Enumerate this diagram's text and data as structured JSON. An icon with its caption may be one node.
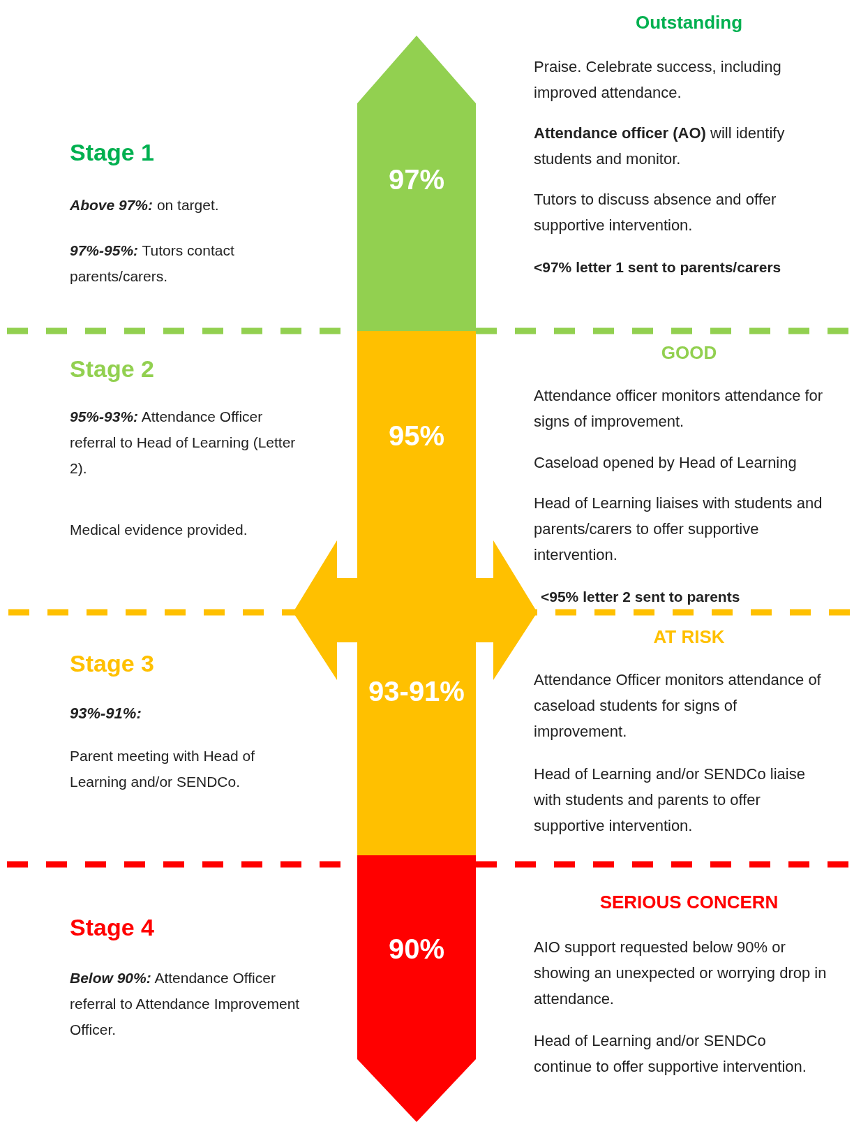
{
  "diagram": {
    "nodes": [
      {
        "text": [
          "97%"
        ]
      },
      {
        "text": [
          "95%",
          "93-91%"
        ]
      },
      {
        "text": [
          "90%"
        ]
      }
    ],
    "labels": [
      "Outstanding",
      "Stage 1",
      "**Above 97%:** on target.",
      "**97%-95%:** Tutors contact parents/carers.",
      "Praise. Celebrate success, including improved attendance.",
      "**Attendance officer (AO)** will identify students and monitor.",
      "Tutors to discuss absence and offer supportive intervention.",
      "<97% letter 1 sent to parents/carers",
      "GOOD",
      "Stage 2",
      "**95%-93%:** Attendance Officer referral to Head of Learning (Letter 2).",
      "Medical evidence provided.",
      "Attendance officer monitors attendance for signs of improvement.",
      "Caseload opened by Head of Learning",
      "Head of Learning liaises with students and parents/carers to offer supportive intervention.",
      "<95% letter 2 sent to parents",
      "AT RISK",
      "Stage 3",
      "93%-91%:",
      "Parent meeting with Head of Learning and/or SENDCo.",
      "Attendance Officer monitors attendance of caseload students for signs of improvement.",
      "Head of Learning and/or SENDCo liaise with students and parents to offer supportive intervention.",
      "SERIOUS CONCERN",
      "Stage 4",
      "**Below 90%:** Attendance Officer referral to Attendance Improvement Officer.",
      "AIO support requested below 90% or showing an unexpected or worrying drop in attendance.",
      "Head of Learning and/or SENDCo continue to offer supportive intervention."
    ]
  }
}
